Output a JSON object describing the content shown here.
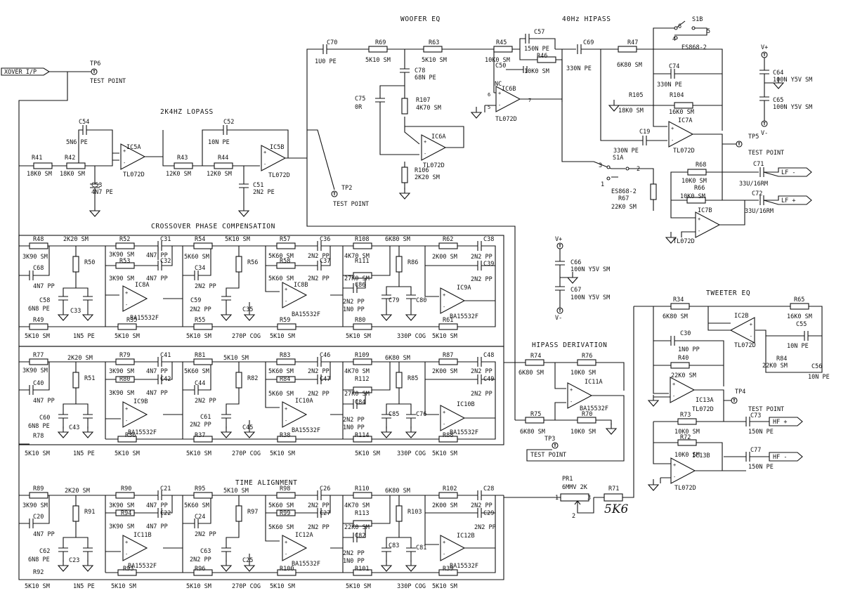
{
  "titles": {
    "woofer_eq": "WOOFER EQ",
    "hipass_40hz": "40Hz HIPASS",
    "lopass": "2K4HZ LOPASS",
    "crossover": "CROSSOVER PHASE COMPENSATION",
    "tweeter_eq": "TWEETER EQ",
    "hipass_derivation": "HIPASS DERIVATION",
    "time_alignment": "TIME ALIGNMENT"
  },
  "ports": {
    "input": "XOVER I/P",
    "lf_minus": "LF -",
    "lf_plus": "LF +",
    "hf_plus": "HF +",
    "hf_minus": "HF -"
  },
  "testpoints": [
    "TP6",
    "TP2",
    "TP5",
    "TP4",
    "TP3"
  ],
  "test_point_label": "TEST POINT",
  "handwritten": "5K6",
  "supply": {
    "vplus": "V+",
    "vminus": "V-",
    "c64": "C64",
    "c64_val": "100N Y5V SM",
    "c65": "C65",
    "c65_val": "100N Y5V SM",
    "c66": "C66",
    "c66_val": "100N Y5V SM",
    "c67": "C67",
    "c67_val": "100N Y5V SM"
  },
  "switch": {
    "s1b": "S1B",
    "s1a": "S1A",
    "part": "ES868-2",
    "p6": "6",
    "p5": "5",
    "p4": "4",
    "p3": "3",
    "p2": "2",
    "p1": "1"
  },
  "pot": {
    "ref": "PR1",
    "val": "6MMV 2K",
    "p1": "1",
    "p2": "2",
    "p3": "3"
  },
  "components": {
    "r41": "R41",
    "r41v": "18K0 SM",
    "r42": "R42",
    "r42v": "18K0 SM",
    "c54": "C54",
    "c54v": "5N6 PE",
    "c53": "C53",
    "c53v": "4N7 PE",
    "ic5a": "IC5A",
    "ic5b": "IC5B",
    "tl072d": "TL072D",
    "r43": "R43",
    "r43v": "12K0 SM",
    "r44": "R44",
    "r44v": "12K0 SM",
    "c52": "C52",
    "c52v": "10N PE",
    "c51": "C51",
    "c51v": "2N2 PE",
    "c70": "C70",
    "c70v": "1U0 PE",
    "r69": "R69",
    "r69v": "5K10 SM",
    "r63": "R63",
    "r63v": "5K10 SM",
    "c78": "C78",
    "c78v": "68N PE",
    "c75": "C75",
    "c75v": "0R",
    "r107": "R107",
    "r107v": "4K70 SM",
    "ic6a": "IC6A",
    "ic6b": "IC6B",
    "r106": "R106",
    "r106v": "2K20 SM",
    "r45": "R45",
    "r45v": "10K0 SM",
    "c57": "C57",
    "c57v": "150N PE",
    "r46": "R46",
    "r46v": "10K0 SM",
    "c50": "C50",
    "nc": "NC",
    "c69": "C69",
    "c69v": "330N PE",
    "r47": "R47",
    "r47v": "6K80 SM",
    "c74": "C74",
    "c74v": "330N PE",
    "r105": "R105",
    "r105v": "18K0 SM",
    "r104": "R104",
    "r104v": "16K0 SM",
    "ic7a": "IC7A",
    "ic7b": "IC7B",
    "tl072dd": "TL072D",
    "c19": "C19",
    "c19v": "330N PE",
    "r68": "R68",
    "r68v": "10K0 SM",
    "r66": "R66",
    "r66v": "10K0 SM",
    "r67": "R67",
    "r67v": "22K0 SM",
    "c71": "C71",
    "c71v": "33U/16RM",
    "c72": "C72",
    "c72v": "33U/16RM",
    "r48": "R48",
    "r48v": "3K90 SM",
    "c68": "C68",
    "c68v": "4N7 PP",
    "r49": "R49",
    "r49v": "5K10 SM",
    "r50": "R50",
    "r50v": "2K20 SM",
    "c58": "C58",
    "c58v": "6N8 PE",
    "c33": "C33",
    "c33v": "1N5 PE",
    "r52": "R52",
    "r52v": "3K90 SM",
    "r53": "R53",
    "r53v": "3K90 SM",
    "c31": "C31",
    "c31v": "4N7 PP",
    "c32": "C32",
    "c32v": "4N7 PP",
    "ic8a": "IC8A",
    "ic8b": "IC8B",
    "ba15532f": "BA15532F",
    "r35": "R35",
    "r35v": "5K10 SM",
    "r54": "R54",
    "r54v": "5K60 SM",
    "c34": "C34",
    "c34v": "2N2 PP",
    "c59": "C59",
    "c59v": "2N2 PP",
    "r55": "R55",
    "r55v": "5K10 SM",
    "r56": "R56",
    "r56v": "5K10 SM",
    "c35": "C35",
    "c35v": "270P COG",
    "r57": "R57",
    "r57v": "5K60 SM",
    "r58": "R58",
    "r58v": "5K60 SM",
    "c36": "C36",
    "c36v": "2N2 PP",
    "c37": "C37",
    "c37v": "2N2 PP",
    "r59": "R59",
    "r59v": "5K10 SM",
    "r108": "R108",
    "r108v": "4K70 SM",
    "r111": "R111",
    "r111v": "27K0 SM",
    "c86": "C86",
    "c86v": "2N2 PP",
    "c86b": "1N0 PP",
    "r80": "R80",
    "r80v": "5K10 SM",
    "r86": "R86",
    "r86v": "6K80 SM",
    "c79": "C79",
    "c80": "C80",
    "c80v": "330P COG",
    "r62": "R62",
    "r62v": "2K00 SM",
    "c38": "C38",
    "c38v": "2N2 PP",
    "c39": "C39",
    "c39v": "2N2 PP",
    "ic9a": "IC9A",
    "ic9b": "IC9B",
    "r61": "R61",
    "r61v": "5K10 SM",
    "r77": "R77",
    "r77v": "3K90 SM",
    "c40": "C40",
    "c40v": "4N7 PP",
    "r78": "R78",
    "r78v": "5K10 SM",
    "r51": "R51",
    "r51v": "2K20 SM",
    "c60": "C60",
    "c60v": "6N8 PE",
    "c43": "C43",
    "c43v": "1N5 PE",
    "r79": "R79",
    "r79v": "3K90 SM",
    "r80b": "R80",
    "r80bv": "3K90 SM",
    "c41": "C41",
    "c41v": "4N7 PP",
    "c42": "C42",
    "c42v": "4N7 PP",
    "r36": "R36",
    "r36v": "5K10 SM",
    "r81": "R81",
    "r81v": "5K60 SM",
    "c44": "C44",
    "c44v": "2N2 PP",
    "c61": "C61",
    "c61v": "2N2 PP",
    "r37": "R37",
    "r37v": "5K10 SM",
    "r82": "R82",
    "r82v": "5K10 SM",
    "c45": "C45",
    "c45v": "270P COG",
    "r83": "R83",
    "r83v": "5K60 SM",
    "r84": "R84",
    "r84v": "5K60 SM",
    "c46": "C46",
    "c46v": "2N2 PP",
    "c47": "C47",
    "c47v": "2N2 PP",
    "ic10a": "IC10A",
    "ic10b": "IC10B",
    "r38": "R38",
    "r38v": "5K10 SM",
    "r109": "R109",
    "r109v": "4K70 SM",
    "r112": "R112",
    "r112v": "27K0 SM",
    "c84": "C84",
    "c84v": "2N2 PP",
    "c84b": "1N0 PP",
    "r114": "R114",
    "r114v": "5K10 SM",
    "r85": "R85",
    "r85v": "6K80 SM",
    "c85": "C85",
    "c76": "C76",
    "c76v": "330P COG",
    "r87": "R87",
    "r87v": "2K00 SM",
    "c48": "C48",
    "c48v": "2N2 PP",
    "c49": "C49",
    "c49v": "2N2 PP",
    "r88": "R88",
    "r88v": "5K10 SM",
    "r74": "R74",
    "r74v": "6K80 SM",
    "r76": "R76",
    "r76v": "10K0 SM",
    "ic11a": "IC11A",
    "r75": "R75",
    "r75v": "6K80 SM",
    "r70": "R70",
    "r70v": "10K0 SM",
    "r34": "R34",
    "r34v": "6K80 SM",
    "r65": "R65",
    "r65v": "16K0 SM",
    "ic2b": "IC2B",
    "c55": "C55",
    "c55v": "10N PE",
    "c30": "C30",
    "c30v": "1N0 PP",
    "r40": "R40",
    "r40v": "22K0 SM",
    "r84b": "R84",
    "r84bv": "22K0 SM",
    "c56": "C56",
    "c56v": "10N PE",
    "ic13a": "IC13A",
    "ic13b": "IC13B",
    "tl072d2": "TL072D",
    "r73": "R73",
    "r73v": "10K0 SM",
    "r72": "R72",
    "r72v": "10K0 SM",
    "c73": "C73",
    "c73v": "150N PE",
    "c77": "C77",
    "c77v": "150N PE",
    "r71": "R71",
    "r89": "R89",
    "r89v": "3K90 SM",
    "c20": "C20",
    "c20v": "4N7 PP",
    "r92": "R92",
    "r92v": "5K10 SM",
    "r91": "R91",
    "r91v": "2K20 SM",
    "c62": "C62",
    "c62v": "6N8 PE",
    "c23": "C23",
    "c23v": "1N5 PE",
    "r90": "R90",
    "r90v": "3K90 SM",
    "r94": "R94",
    "r94v": "3K90 SM",
    "c21": "C21",
    "c21v": "4N7 PP",
    "c22": "C22",
    "c22v": "4N7 PP",
    "ic11b": "IC11B",
    "r93": "R93",
    "r93v": "5K10 SM",
    "r95": "R95",
    "r95v": "5K60 SM",
    "c24": "C24",
    "c24v": "2N2 PP",
    "c63": "C63",
    "c63v": "2N2 PP",
    "r96": "R96",
    "r96v": "5K10 SM",
    "r97": "R97",
    "r97v": "5K10 SM",
    "c25": "C25",
    "c25v": "270P COG",
    "r98": "R98",
    "r98v": "5K60 SM",
    "r99": "R99",
    "r99v": "5K60 SM",
    "c26": "C26",
    "c26v": "2N2 PP",
    "c27": "C27",
    "c27v": "2N2 PP",
    "ic12a": "IC12A",
    "ic12b": "IC12B",
    "r100": "R100",
    "r100v": "5K10 SM",
    "r110": "R110",
    "r110v": "4K70 SM",
    "r113": "R113",
    "r113v": "22K0 SM",
    "c82": "C82",
    "c82v": "2N2 PP",
    "c82b": "1N0 PP",
    "r101": "R101",
    "r101v": "5K10 SM",
    "r103": "R103",
    "r103v": "6K80 SM",
    "c83": "C83",
    "c81": "C81",
    "c81v": "330P COG",
    "r102": "R102",
    "r102v": "2K00 SM",
    "c28": "C28",
    "c28v": "2N2 PP",
    "c29": "C29",
    "c29v": "2N2 PP",
    "r39": "R39",
    "r39v": "5K10 SM"
  }
}
